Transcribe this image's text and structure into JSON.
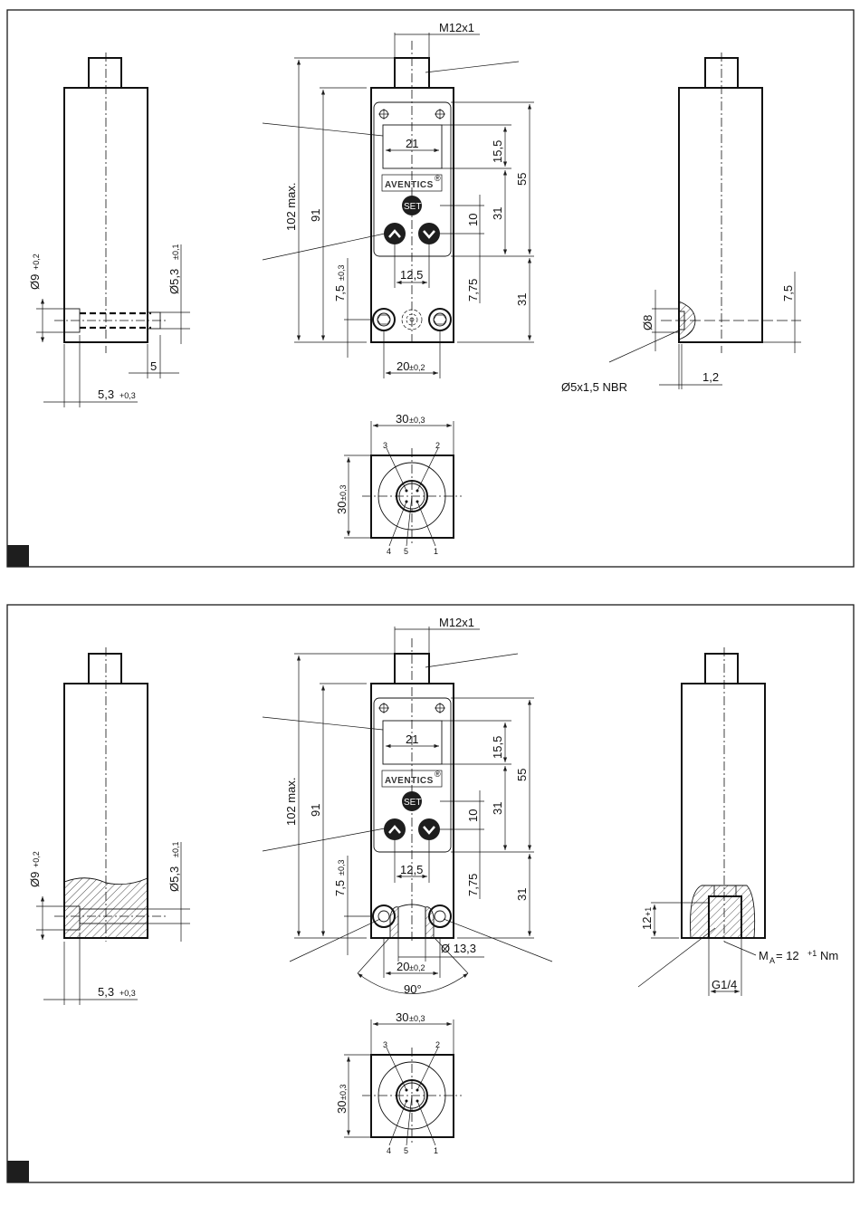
{
  "drawing": {
    "brand_logo": "AVENTICS",
    "registered_mark": "®",
    "set_button_label": "SET",
    "accent_color": "#1e1e1e"
  },
  "panel_top": {
    "left_view": {
      "dia_bore": "Ø9",
      "dia_bore_tol": "+0,2",
      "dia_hole": "Ø5,3",
      "dia_hole_tol": "±0,1",
      "depth": "5",
      "counterbore": "5,3",
      "counterbore_tol": "+0,3"
    },
    "front_view": {
      "thread": "M12x1",
      "overall_height": "102 max.",
      "body_height": "91",
      "display_width": "21",
      "display_height": "15,5",
      "panel_height": "55",
      "keypad_height": "31",
      "button_spacing_v": "10",
      "button_spacing_h": "12,5",
      "bottom_offset": "7,5",
      "bottom_offset_tol": "±0,3",
      "lower_offset": "7,75",
      "lower_height": "31",
      "hole_spacing": "20",
      "hole_spacing_tol": "±0,2"
    },
    "right_view": {
      "dia_seal": "Ø8",
      "offset": "7,5",
      "seal_spec": "Ø5x1,5 NBR",
      "seal_depth": "1,2"
    },
    "bottom_view": {
      "width": "30",
      "width_tol": "±0,3",
      "height": "30",
      "height_tol": "±0,3",
      "pins": [
        "1",
        "2",
        "3",
        "4",
        "5"
      ]
    }
  },
  "panel_bottom": {
    "left_view": {
      "dia_bore": "Ø9",
      "dia_bore_tol": "+0,2",
      "dia_hole": "Ø5,3",
      "dia_hole_tol": "±0,1",
      "counterbore": "5,3",
      "counterbore_tol": "+0,3"
    },
    "front_view": {
      "thread": "M12x1",
      "overall_height": "102 max.",
      "body_height": "91",
      "display_width": "21",
      "display_height": "15,5",
      "panel_height": "55",
      "keypad_height": "31",
      "button_spacing_v": "10",
      "button_spacing_h": "12,5",
      "bottom_offset": "7,5",
      "bottom_offset_tol": "±0,3",
      "lower_offset": "7,75",
      "lower_height": "31",
      "hole_spacing": "20",
      "hole_spacing_tol": "±0,2",
      "port_dia": "Ø 13,3",
      "angle": "90°"
    },
    "right_view": {
      "depth": "12",
      "depth_tol": "+1",
      "torque_label": "M",
      "torque_sub": "A",
      "torque_value": "= 12",
      "torque_tol": "+1",
      "torque_unit": "Nm",
      "thread": "G1/4"
    },
    "bottom_view": {
      "width": "30",
      "width_tol": "±0,3",
      "height": "30",
      "height_tol": "±0,3",
      "pins": [
        "1",
        "2",
        "3",
        "4",
        "5"
      ]
    }
  }
}
